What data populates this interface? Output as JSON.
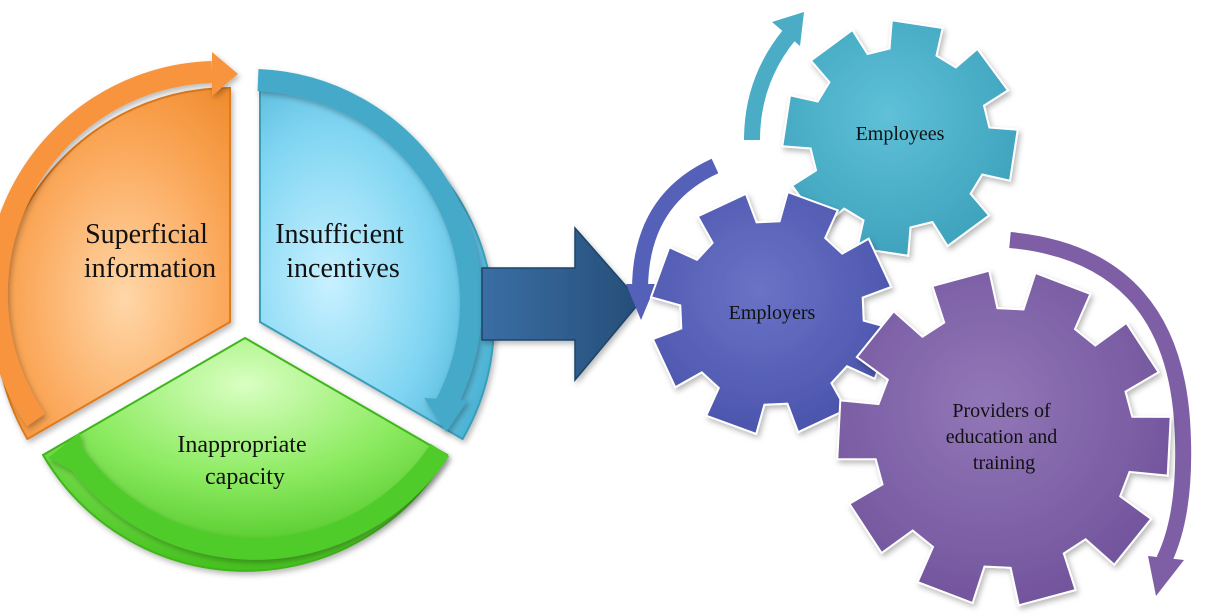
{
  "cycle": {
    "segments": [
      {
        "id": "superficial",
        "lines": [
          "Superficial",
          "information"
        ],
        "color": "#F79646"
      },
      {
        "id": "incentives",
        "lines": [
          "Insufficient",
          "incentives"
        ],
        "color": "#4BACC6"
      },
      {
        "id": "capacity",
        "lines": [
          "Inappropriate",
          "capacity"
        ],
        "color": "#5BD33A"
      }
    ]
  },
  "connector": {
    "color": "#2E5C8A"
  },
  "gears": [
    {
      "id": "employees",
      "lines": [
        "Employees"
      ],
      "color": "#4BACC6"
    },
    {
      "id": "employers",
      "lines": [
        "Employers"
      ],
      "color": "#5560B8"
    },
    {
      "id": "providers",
      "lines": [
        "Providers of",
        "education and",
        "training"
      ],
      "color": "#7E5FA6"
    }
  ]
}
